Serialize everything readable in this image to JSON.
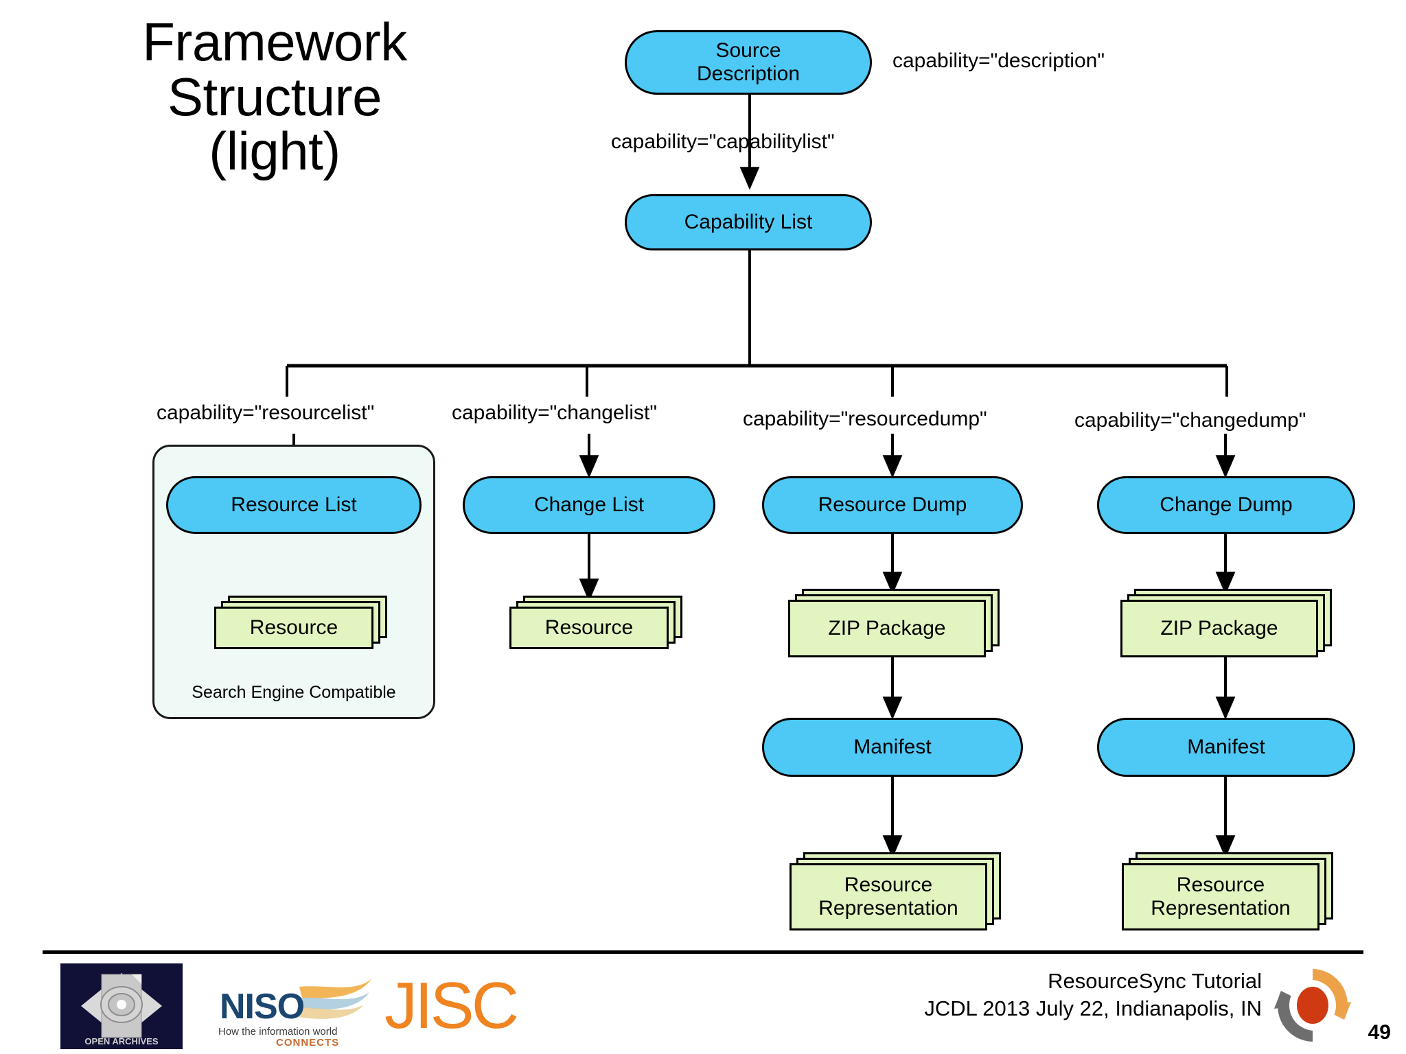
{
  "slide": {
    "title_lines": [
      "Framework",
      "Structure",
      "(light)"
    ],
    "number": "49"
  },
  "diagram": {
    "nodes": {
      "source_description": "Source\nDescription",
      "source_description_line1": "Source",
      "source_description_line2": "Description",
      "capability_list": "Capability List",
      "resource_list": "Resource List",
      "change_list": "Change List",
      "resource_dump": "Resource Dump",
      "change_dump": "Change Dump",
      "resource_rl": "Resource",
      "resource_cl": "Resource",
      "zip_package_rd": "ZIP Package",
      "zip_package_cd": "ZIP Package",
      "manifest_rd": "Manifest",
      "manifest_cd": "Manifest",
      "resource_rep_rd_line1": "Resource",
      "resource_rep_rd_line2": "Representation",
      "resource_rep_cd_line1": "Resource",
      "resource_rep_cd_line2": "Representation"
    },
    "edge_labels": {
      "description": "capability=\"description\"",
      "capabilitylist": "capability=\"capabilitylist\"",
      "resourcelist": "capability=\"resourcelist\"",
      "changelist": "capability=\"changelist\"",
      "resourcedump": "capability=\"resourcedump\"",
      "changedump": "capability=\"changedump\""
    },
    "group_label": "Search Engine Compatible",
    "colors": {
      "pill_fill": "#4ec9f5",
      "doc_fill": "#e2f5c0",
      "group_fill": "#effaf7",
      "stroke": "#000000"
    }
  },
  "footer": {
    "line1": "ResourceSync Tutorial",
    "line2": "JCDL 2013 July 22, Indianapolis, IN",
    "logos": {
      "open_archives_caption": "OPEN ARCHIVES",
      "niso_word": "NISO",
      "niso_tag_line1": "How the information world",
      "niso_tag_line2": "CONNECTS",
      "jisc_word": "JISC"
    }
  }
}
